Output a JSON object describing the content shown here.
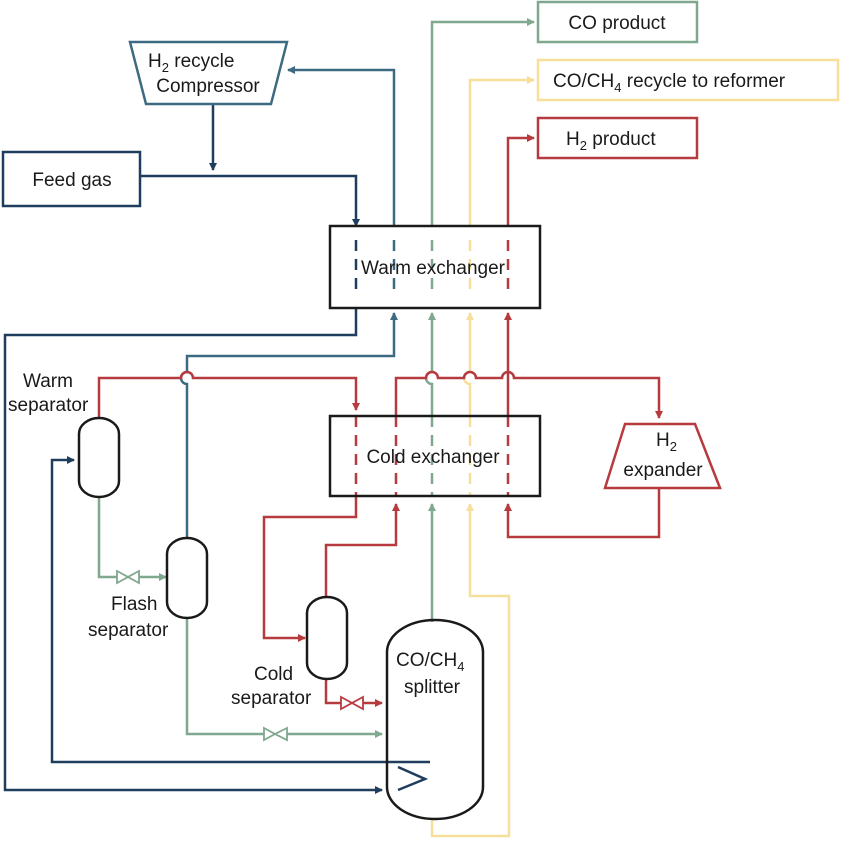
{
  "compressor": {
    "line1": "H",
    "line1_sub": "2",
    "line1_rest": " recycle",
    "line2": "Compressor"
  },
  "feed_gas": "Feed gas",
  "warm_exchanger": "Warm exchanger",
  "cold_exchanger": "Cold exchanger",
  "co_product": "CO product",
  "recycle": {
    "main": "CO/CH",
    "sub": "4",
    "rest": " recycle to reformer"
  },
  "h2_product": {
    "main": "H",
    "sub": "2",
    "rest": " product"
  },
  "expander": {
    "line1": "H",
    "line1_sub": "2",
    "line2": "expander"
  },
  "warm_separator": {
    "line1": "Warm",
    "line2": "separator"
  },
  "flash_separator": {
    "line1": "Flash",
    "line2": "separator"
  },
  "cold_separator": {
    "line1": "Cold",
    "line2": "separator"
  },
  "splitter": {
    "line1_main": "CO/CH",
    "line1_sub": "4",
    "line2": "splitter"
  },
  "colors": {
    "navy": "#1f3d5c",
    "steel": "#3c6a82",
    "green": "#7fa88f",
    "yellow": "#f5df9a",
    "red": "#b73a3f"
  }
}
